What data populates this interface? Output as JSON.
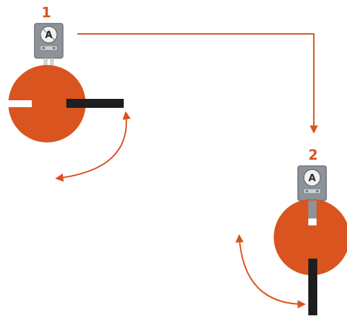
{
  "steps": [
    {
      "number": "1",
      "sensor_label": "A"
    },
    {
      "number": "2",
      "sensor_label": "A"
    }
  ],
  "colors": {
    "accent": "#D9541E",
    "bar": "#1E1E1E",
    "sensor_body": "#8E9399",
    "sensor_stroke": "#6E737A",
    "dial_face": "#F2F2F2",
    "background": "#FFFFFF"
  },
  "icons": {
    "sensor": "angle-sensor-icon",
    "rotation": "curved-double-arrow",
    "transition": "elbow-arrow"
  }
}
